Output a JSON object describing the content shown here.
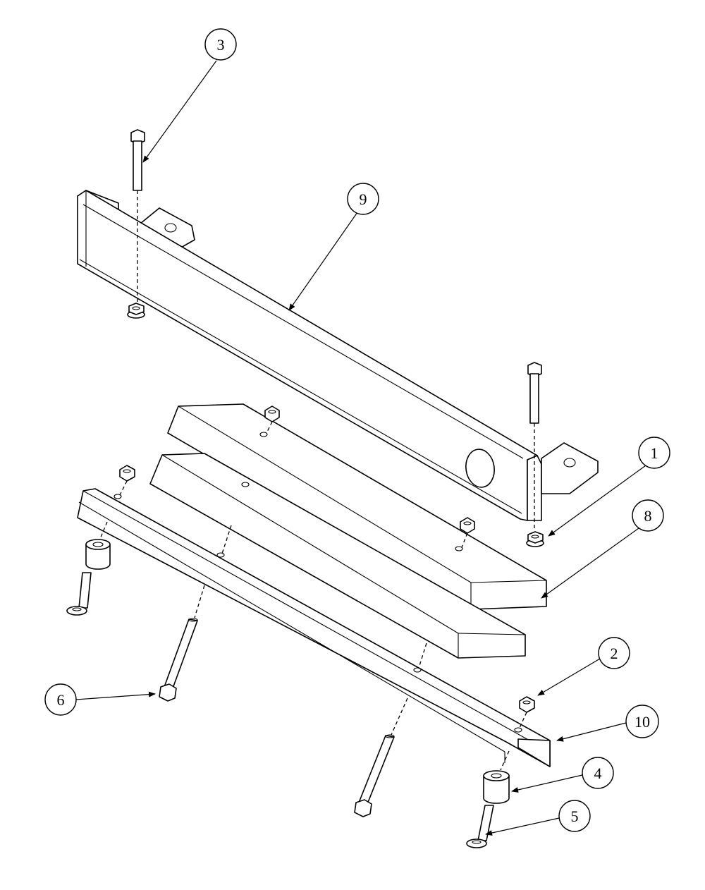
{
  "callouts": [
    {
      "id": "callout-1",
      "label": "1"
    },
    {
      "id": "callout-2",
      "label": "2"
    },
    {
      "id": "callout-3",
      "label": "3"
    },
    {
      "id": "callout-4",
      "label": "4"
    },
    {
      "id": "callout-5",
      "label": "5"
    },
    {
      "id": "callout-6",
      "label": "6"
    },
    {
      "id": "callout-8",
      "label": "8"
    },
    {
      "id": "callout-9",
      "label": "9"
    },
    {
      "id": "callout-10",
      "label": "10"
    }
  ]
}
